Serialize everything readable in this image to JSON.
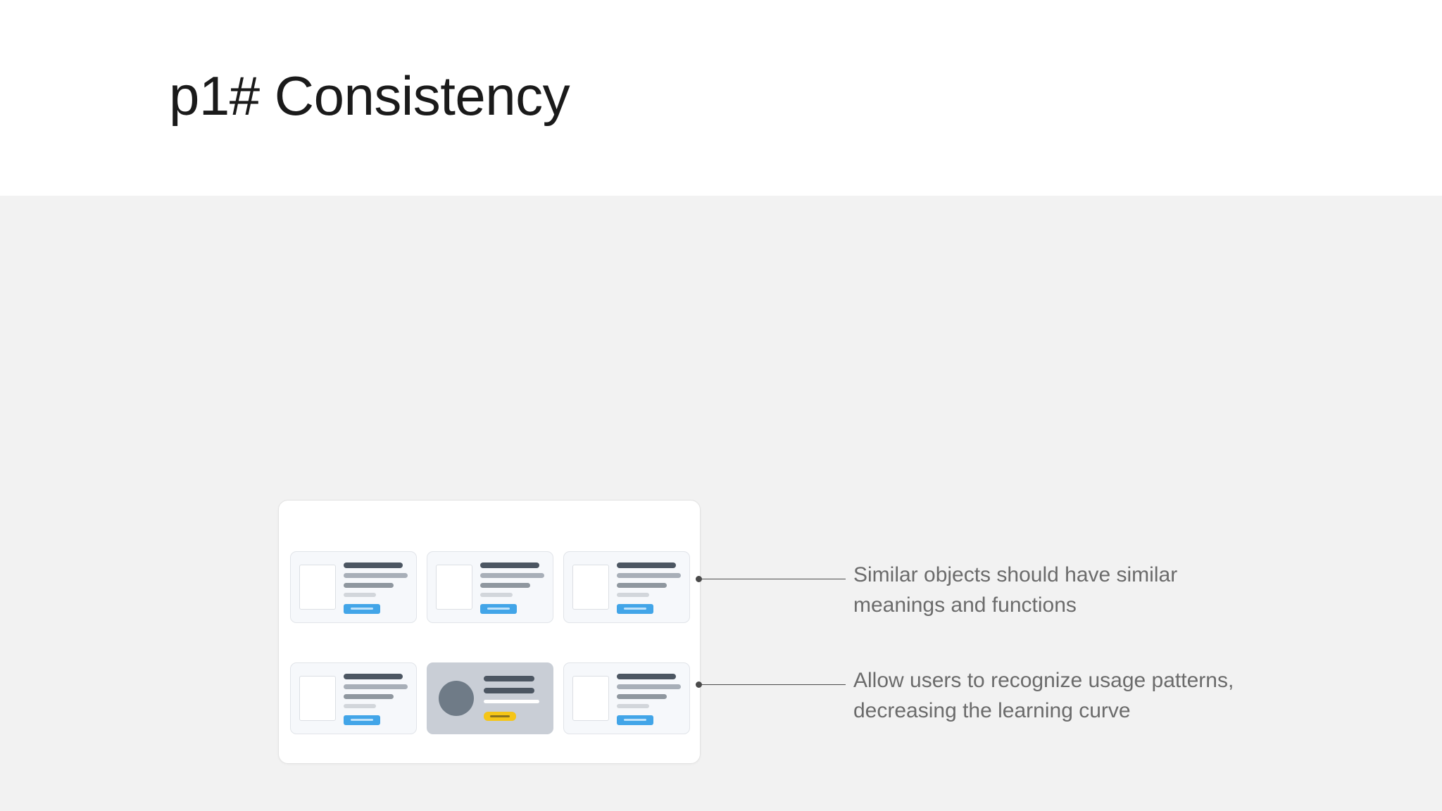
{
  "header": {
    "title": "p1# Consistency",
    "background_color": "#ffffff"
  },
  "body": {
    "background_color": "#f2f2f2"
  },
  "mock_window": {
    "name": "consistency-card-grid-illustration",
    "background_color": "#ffffff",
    "border_color": "#e3e3e3",
    "rows": [
      {
        "cards": [
          {
            "variant": "standard",
            "thumbnail": "image-placeholder",
            "button": "blue-action-button"
          },
          {
            "variant": "standard",
            "thumbnail": "image-placeholder",
            "button": "blue-action-button"
          },
          {
            "variant": "standard",
            "thumbnail": "image-placeholder",
            "button": "blue-action-button"
          }
        ]
      },
      {
        "cards": [
          {
            "variant": "standard",
            "thumbnail": "image-placeholder",
            "button": "blue-action-button"
          },
          {
            "variant": "highlight",
            "thumbnail": "avatar-circle",
            "button": "yellow-action-button"
          },
          {
            "variant": "standard",
            "thumbnail": "image-placeholder",
            "button": "blue-action-button"
          }
        ]
      }
    ],
    "colors": {
      "card_background": "#f6f8fb",
      "card_border": "#e1e4e9",
      "highlight_card_background": "#c9ced6",
      "avatar": "#6f7b87",
      "button_blue": "#42a5e8",
      "button_yellow": "#f5c518",
      "bar_dark": "#4c5662",
      "bar_mid": "#a8afb8",
      "bar_light": "#d2d6db"
    }
  },
  "annotations": [
    {
      "id": "similar-objects",
      "text": "Similar objects should have similar\nmeanings and functions"
    },
    {
      "id": "usage-patterns",
      "text": "Allow users to recognize usage patterns,\ndecreasing the learning curve"
    }
  ],
  "annotation_style": {
    "text_color": "#6b6b6b",
    "connector_color": "#4a4a4a"
  }
}
